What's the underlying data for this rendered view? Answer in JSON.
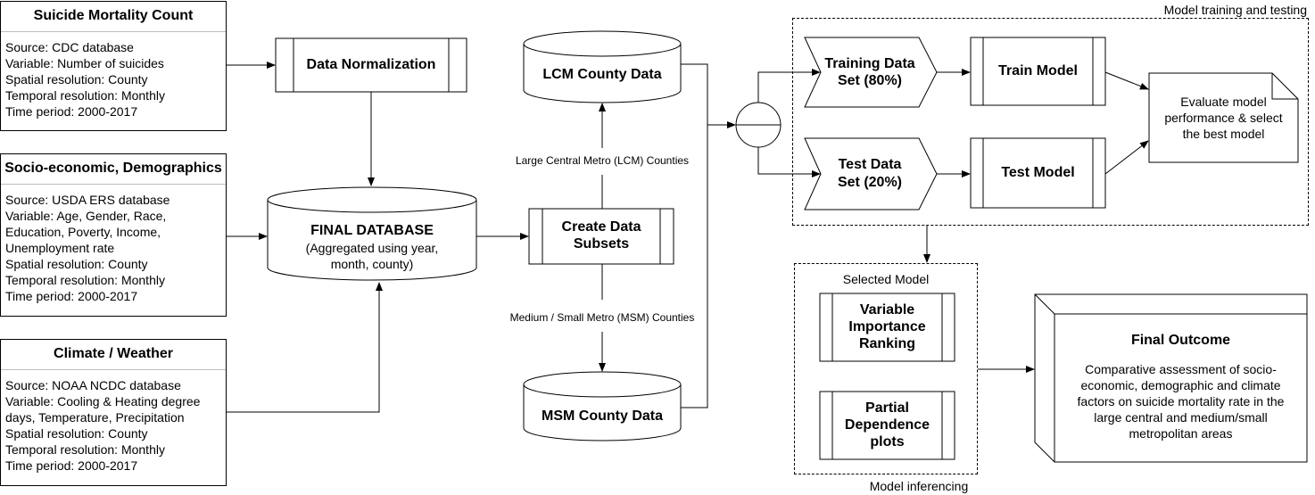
{
  "sources": {
    "suicide": {
      "title": "Suicide Mortality Count",
      "lines": [
        "Source: CDC database",
        "Variable: Number of suicides",
        "Spatial resolution: County",
        "Temporal resolution: Monthly",
        "Time period: 2000-2017"
      ]
    },
    "socio": {
      "title": "Socio-economic, Demographics",
      "lines": [
        "Source: USDA ERS database",
        "Variable: Age, Gender, Race,",
        "Education, Poverty, Income,",
        "Unemployment rate",
        "Spatial resolution: County",
        "Temporal resolution: Monthly",
        "Time period: 2000-2017"
      ]
    },
    "climate": {
      "title": "Climate / Weather",
      "lines": [
        "Source: NOAA NCDC database",
        "Variable: Cooling & Heating degree",
        "days, Temperature, Precipitation",
        "Spatial resolution: County",
        "Temporal resolution: Monthly",
        "Time period: 2000-2017"
      ]
    }
  },
  "process": {
    "normalization": "Data Normalization",
    "final_db_title": "FINAL DATABASE",
    "final_db_sub1": "(Aggregated using year,",
    "final_db_sub2": "month, county)",
    "subsets_1": "Create Data",
    "subsets_2": "Subsets",
    "lcm_data": "LCM County Data",
    "msm_data": "MSM County Data",
    "lcm_label": "Large Central Metro (LCM) Counties",
    "msm_label": "Medium / Small Metro (MSM) Counties"
  },
  "training": {
    "group_label": "Model training and testing",
    "train_set_1": "Training Data",
    "train_set_2": "Set (80%)",
    "test_set_1": "Test Data",
    "test_set_2": "Set (20%)",
    "train_model": "Train Model",
    "test_model": "Test Model",
    "evaluate_1": "Evaluate model",
    "evaluate_2": "performance & select",
    "evaluate_3": "the best model"
  },
  "inference": {
    "selected_label": "Selected Model",
    "group_label": "Model inferencing",
    "vir_1": "Variable",
    "vir_2": "Importance",
    "vir_3": "Ranking",
    "pdp_1": "Partial",
    "pdp_2": "Dependence",
    "pdp_3": "plots"
  },
  "outcome": {
    "title": "Final Outcome",
    "lines": [
      "Comparative assessment of socio-",
      "economic, demographic and climate",
      "factors on suicide mortality rate in the",
      "large central and medium/small",
      "metropolitan areas"
    ]
  }
}
